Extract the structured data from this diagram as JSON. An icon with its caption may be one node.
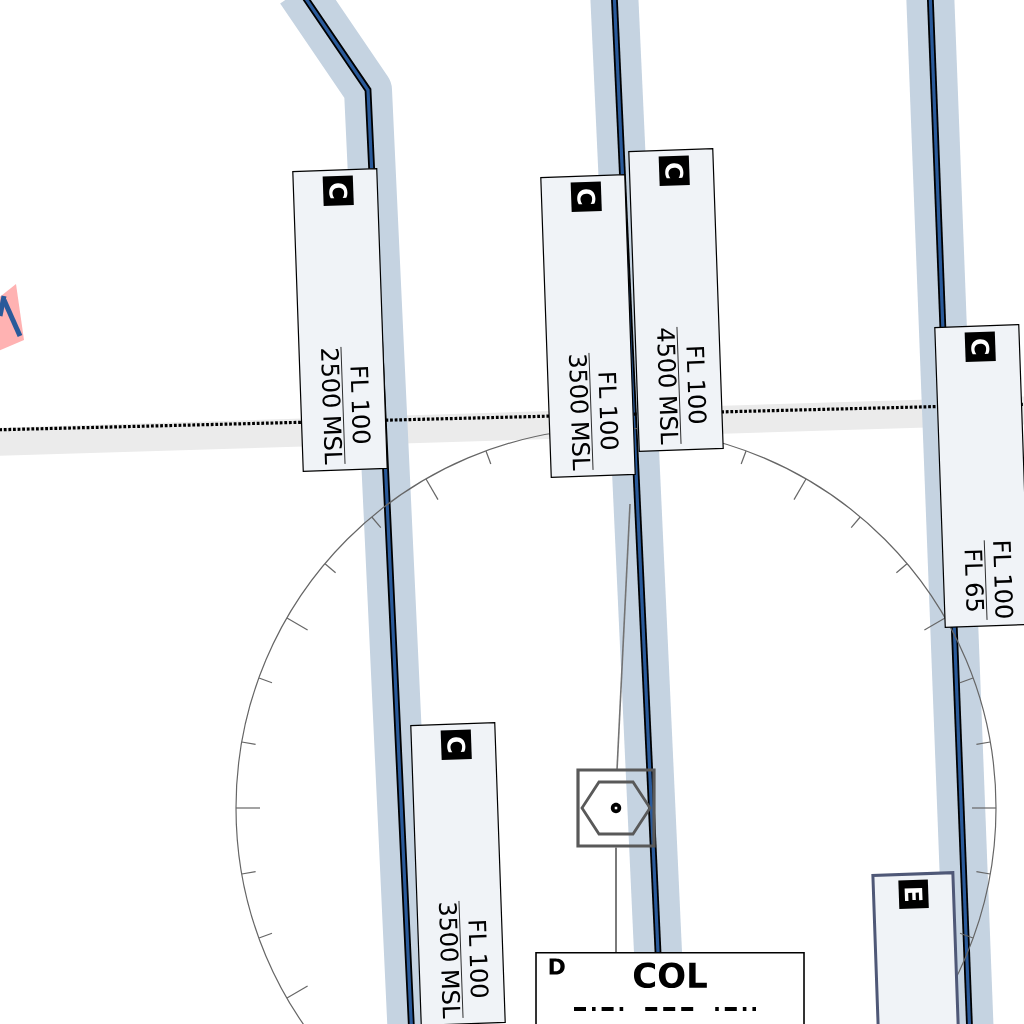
{
  "diagram": {
    "nodes": [
      {
        "text": [
          "C",
          "FL 100",
          "2500 MSL"
        ]
      },
      {
        "text": [
          "C",
          "FL 100",
          "3500 MSL"
        ]
      },
      {
        "text": [
          "C",
          "FL 100",
          "4500 MSL"
        ]
      },
      {
        "text": [
          "C",
          "FL 100",
          "FL 65"
        ]
      },
      {
        "text": [],
        "shape": "hexagon"
      },
      {
        "text": [
          "C",
          "FL 100",
          "3500 MSL"
        ]
      },
      {
        "text": [
          "E"
        ]
      },
      {
        "text": [
          "D",
          "COL"
        ]
      }
    ],
    "edges": [
      {
        "from": 4,
        "to": 7,
        "arrow": "none"
      }
    ]
  }
}
